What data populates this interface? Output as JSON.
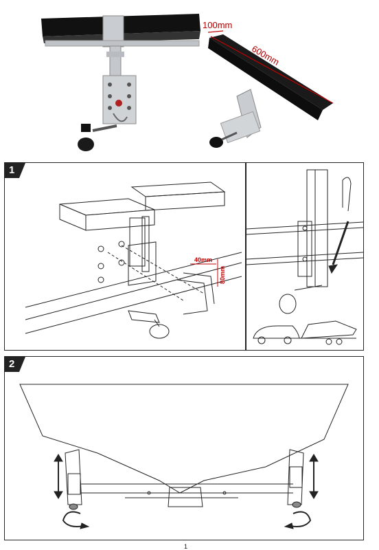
{
  "photos": {
    "dim_width": "100mm",
    "dim_length": "600mm"
  },
  "step1": {
    "badge": "1",
    "dim_offset": "40mm",
    "dim_height": "80mm"
  },
  "step2": {
    "badge": "2"
  },
  "page_number": "1",
  "colors": {
    "line": "#222222",
    "dimension": "#c00000",
    "black_pad": "#111111",
    "metal": "#c9ccd0"
  }
}
